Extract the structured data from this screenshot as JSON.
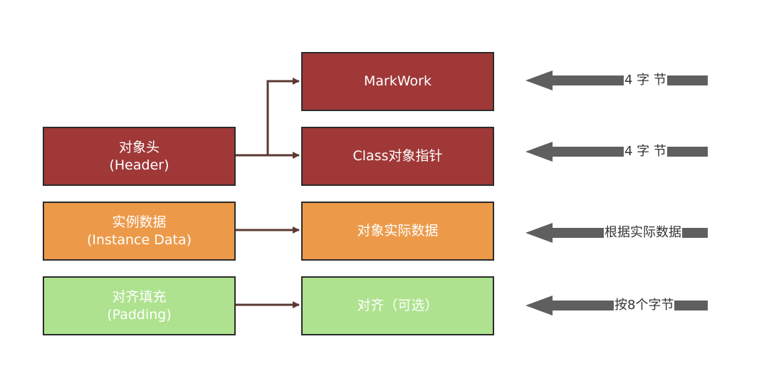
{
  "left_boxes": [
    {
      "line1": "对象头",
      "line2": "(Header)",
      "color": "#a03838"
    },
    {
      "line1": "实例数据",
      "line2": "(Instance Data)",
      "color": "#ec9a4a"
    },
    {
      "line1": "对齐填充",
      "line2": "(Padding)",
      "color": "#aee28f"
    }
  ],
  "right_boxes": [
    {
      "label": "MarkWork",
      "color": "#a03838"
    },
    {
      "label": "Class对象指针",
      "color": "#a03838"
    },
    {
      "label": "对象实际数据",
      "color": "#ec9a4a"
    },
    {
      "label": "对齐（可选）",
      "color": "#aee28f"
    }
  ],
  "size_notes": [
    {
      "label": "4 字 节"
    },
    {
      "label": "4 字 节"
    },
    {
      "label": "根据实际数据"
    },
    {
      "label": "按8个字节"
    }
  ],
  "colors": {
    "connector": "#5b3a33",
    "size_arrow": "#5f5f5f",
    "box_border": "#2b2b2b"
  }
}
